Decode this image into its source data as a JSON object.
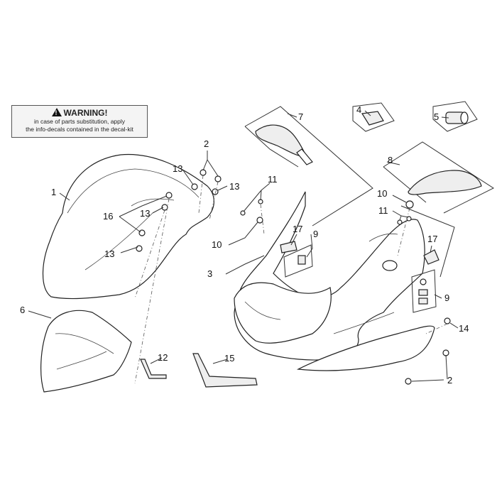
{
  "warning": {
    "title": "WARNING!",
    "symbol": "!",
    "line1": "in case of parts substitution, apply",
    "line2": "the info-decals contained in the decal-kit"
  },
  "callouts": {
    "c1": "1",
    "c2a": "2",
    "c2b": "2",
    "c3": "3",
    "c4": "4",
    "c5": "5",
    "c6": "6",
    "c7": "7",
    "c8": "8",
    "c9a": "9",
    "c9b": "9",
    "c10a": "10",
    "c10b": "10",
    "c11a": "11",
    "c11b": "11",
    "c12": "12",
    "c13a": "13",
    "c13b": "13",
    "c13c": "13",
    "c13d": "13",
    "c14": "14",
    "c15": "15",
    "c16": "16",
    "c17a": "17",
    "c17b": "17"
  },
  "colors": {
    "line": "#222222",
    "shade": "#eeeeee",
    "dark": "#555555"
  }
}
